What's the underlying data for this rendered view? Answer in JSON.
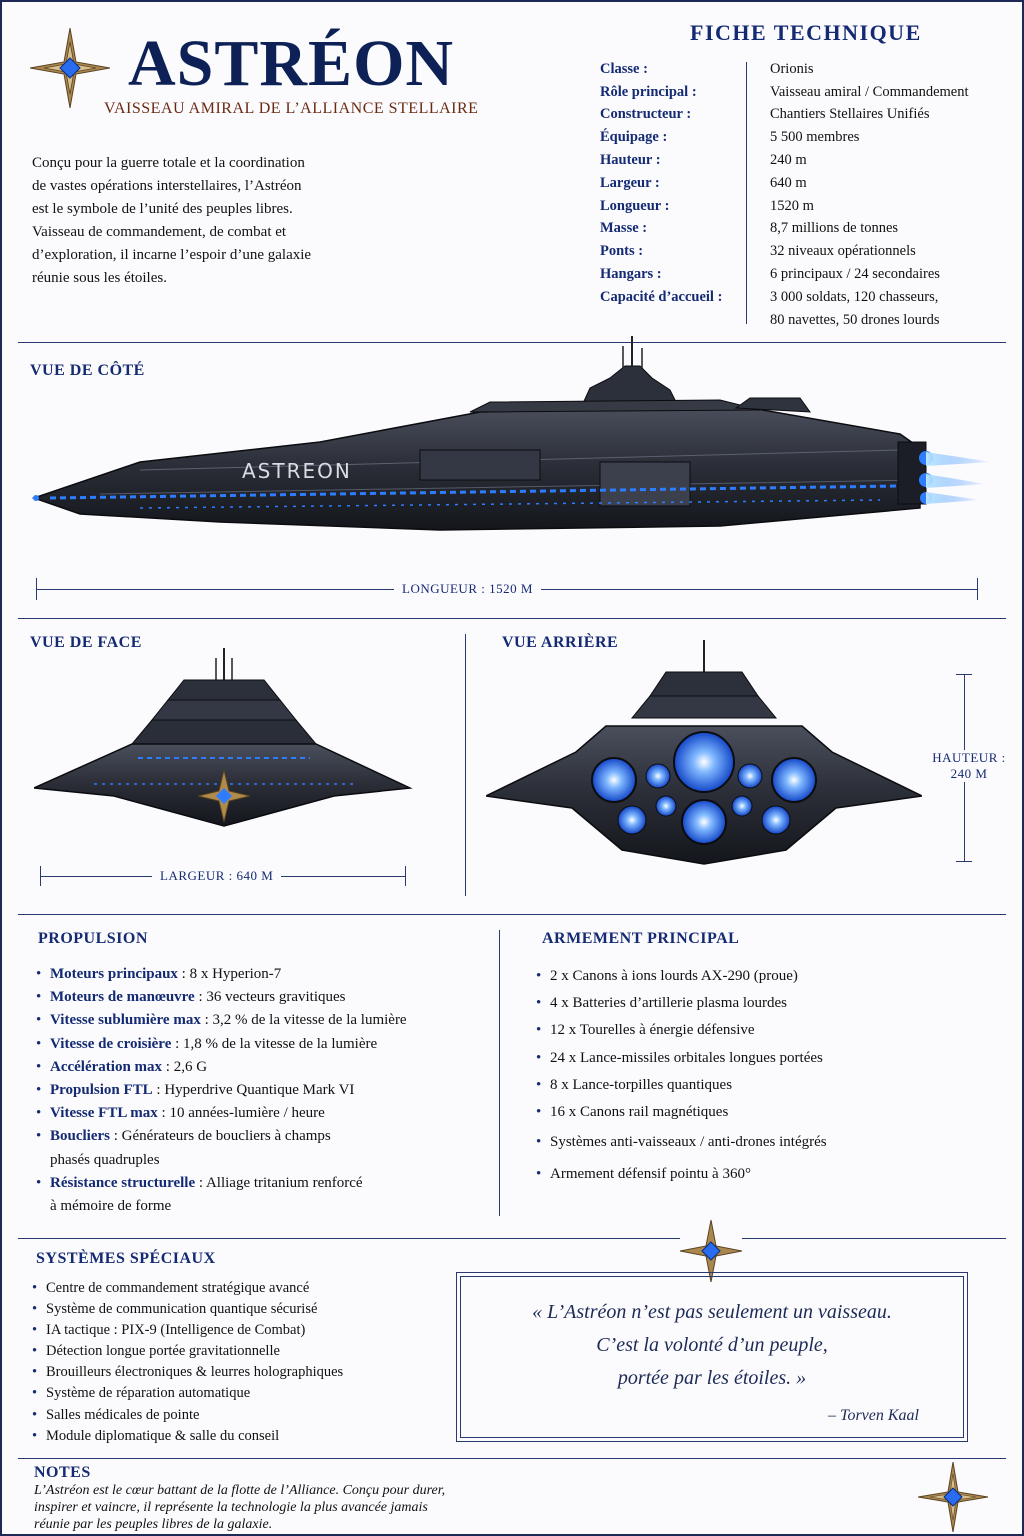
{
  "header": {
    "title": "ASTRÉON",
    "subtitle": "VAISSEAU AMIRAL DE L’ALLIANCE STELLAIRE",
    "intro": [
      "Conçu pour la guerre totale et la coordination",
      "de vastes opérations interstellaires, l’Astréon",
      "est le symbole de l’unité des peuples libres.",
      "Vaisseau de commandement, de combat et",
      "d’exploration, il incarne l’espoir d’une galaxie",
      "réunie sous les étoiles."
    ]
  },
  "spec": {
    "title": "FICHE TECHNIQUE",
    "rows": [
      {
        "label": "Classe :",
        "value": "Orionis"
      },
      {
        "label": "Rôle principal :",
        "value": "Vaisseau amiral / Commandement"
      },
      {
        "label": "Constructeur :",
        "value": "Chantiers Stellaires Unifiés"
      },
      {
        "label": "Équipage :",
        "value": "5 500 membres"
      },
      {
        "label": "Hauteur :",
        "value": "240 m"
      },
      {
        "label": "Largeur :",
        "value": "640 m"
      },
      {
        "label": "Longueur :",
        "value": "1520 m"
      },
      {
        "label": "Masse :",
        "value": "8,7 millions de tonnes"
      },
      {
        "label": "Ponts :",
        "value": "32 niveaux opérationnels"
      },
      {
        "label": "Hangars :",
        "value": "6 principaux / 24 secondaires"
      },
      {
        "label": "Capacité d’accueil :",
        "value": "3 000 soldats, 120 chasseurs,"
      },
      {
        "label": "",
        "value": "80 navettes, 50 drones lourds"
      }
    ]
  },
  "views": {
    "side_title": "VUE DE CÔTÉ",
    "hull_name": "ASTREON",
    "length_label": "LONGUEUR : 1520 M",
    "front_title": "VUE DE FACE",
    "width_label": "LARGEUR : 640 M",
    "rear_title": "VUE ARRIÈRE",
    "height_label_1": "HAUTEUR :",
    "height_label_2": "240 M"
  },
  "propulsion": {
    "title": "PROPULSION",
    "items": [
      {
        "label": "Moteurs principaux",
        "value": " : 8 x Hyperion-7",
        "cont": ""
      },
      {
        "label": "Moteurs de manœuvre",
        "value": " : 36 vecteurs gravitiques",
        "cont": ""
      },
      {
        "label": "Vitesse sublumière max",
        "value": " : 3,2 % de la vitesse de la lumière",
        "cont": ""
      },
      {
        "label": "Vitesse de croisière",
        "value": " :  1,8 % de la vitesse de la lumière",
        "cont": ""
      },
      {
        "label": "Accélération max",
        "value": " :    2,6 G",
        "cont": ""
      },
      {
        "label": "Propulsion FTL",
        "value": " : Hyperdrive Quantique Mark VI",
        "cont": ""
      },
      {
        "label": "Vitesse FTL max",
        "value": " : 10 années-lumière / heure",
        "cont": ""
      },
      {
        "label": "Boucliers",
        "value": " :  Générateurs de boucliers à champs",
        "cont": "phasés quadruples"
      },
      {
        "label": "Résistance structurelle",
        "value": " : Alliage tritanium renforcé",
        "cont": "à mémoire de forme"
      }
    ]
  },
  "armament": {
    "title": "ARMEMENT PRINCIPAL",
    "items": [
      "2 x Canons à ions lourds AX-290 (proue)",
      "4 x Batteries d’artillerie plasma lourdes",
      "12 x Tourelles à énergie défensive",
      "24 x Lance-missiles orbitales longues portées",
      "8 x Lance-torpilles quantiques",
      "16 x Canons rail magnétiques",
      "Systèmes anti-vaisseaux / anti-drones intégrés",
      "Armement défensif pointu à 360°"
    ]
  },
  "special": {
    "title": "SYSTÈMES SPÉCIAUX",
    "items": [
      "Centre de commandement stratégique avancé",
      "Système de communication quantique sécurisé",
      "IA tactique : PIX-9 (Intelligence de Combat)",
      "Détection longue portée gravitationnelle",
      "Brouilleurs électroniques & leurres holographiques",
      "Système de réparation automatique",
      "Salles médicales de pointe",
      "Module diplomatique & salle du conseil"
    ]
  },
  "quote": {
    "lines": [
      "« L’Astréon n’est pas seulement un vaisseau.",
      "C’est la volonté d’un peuple,",
      "portée par les étoiles. »"
    ],
    "author": "– Torven Kaal"
  },
  "notes": {
    "title": "NOTES",
    "lines": [
      "L’Astréon est le cœur battant de la flotte de l’Alliance. Conçu pour durer,",
      "inspirer et vaincre, il représente la technologie la plus avancée jamais",
      "réunie par les peuples libres de la galaxie."
    ]
  },
  "colors": {
    "navy": "#142a72",
    "engine_blue": "#2f7dff",
    "gold": "#b08a4a"
  }
}
